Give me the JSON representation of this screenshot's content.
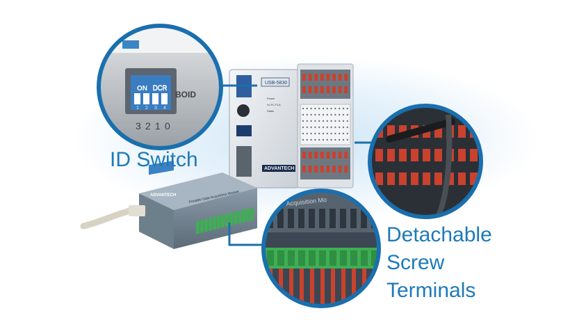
{
  "labels": {
    "id_switch": "ID Switch",
    "detachable": [
      "Detachable",
      "Screw",
      "Terminals"
    ]
  },
  "device_large": {
    "model": "USB-5830",
    "brand": "ADVANTECH",
    "leds": [
      "Power",
      "Vu FC FLA",
      "Statis"
    ]
  },
  "device_small": {
    "brand": "ADVANTECH",
    "caption": "Portable Data Acquisition Module"
  },
  "zoom_switch": {
    "on": "ON",
    "dip": "ᎠᏟᏒ",
    "boid": "BOID",
    "digits": [
      "3",
      "2",
      "1",
      "0"
    ],
    "small_numbers": [
      "1",
      "2",
      "3",
      "4"
    ]
  },
  "zoom_terminal": {
    "caption": "Acquisition Mo"
  },
  "colors": {
    "label_blue": "#1d7ab8",
    "ring_blue": "#1a6fae",
    "terminal_green": "#3fae54",
    "wire_red": "#c9422e"
  }
}
